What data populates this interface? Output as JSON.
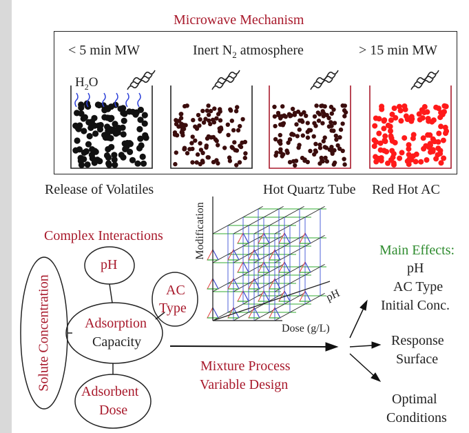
{
  "title": "Microwave Mechanism",
  "stages": {
    "left_time": "< 5 min MW",
    "middle_prefix": "Inert N",
    "middle_sub": "2",
    "middle_suffix": " atmosphere",
    "right_time": "> 15 min MW",
    "water_label": "H",
    "water_sub": "2",
    "water_suffix": "O"
  },
  "captions": {
    "volatiles": "Release of Volatiles",
    "quartz": "Hot Quartz Tube",
    "red_hot": "Red Hot AC"
  },
  "interactions": {
    "title": "Complex Interactions",
    "solute": "Solute Concentration",
    "ph": "pH",
    "ac_type_1": "AC",
    "ac_type_2": "Type",
    "capacity_1": "Adsorption",
    "capacity_2": "Capacity",
    "dose_1": "Adsorbent",
    "dose_2": "Dose"
  },
  "design_axes": {
    "z": "Modification",
    "y": "pH",
    "x": "Dose (g/L)"
  },
  "design": {
    "line1": "Mixture Process",
    "line2": "Variable Design"
  },
  "outcomes": {
    "main_effects_title": "Main Effects:",
    "effect_1": "pH",
    "effect_2": "AC Type",
    "effect_3": "Initial Conc.",
    "response_1": "Response",
    "response_2": "Surface",
    "optimal_1": "Optimal",
    "optimal_2": "Conditions"
  },
  "colors": {
    "dark_red": "#a8192b",
    "bright_red": "#ff1a1a",
    "green": "#2e8b2e",
    "water_blue": "#2b3fd8",
    "triangle_red": "#e23b3b",
    "triangle_blue": "#3a4fd6",
    "triangle_green": "#2fa82f"
  }
}
